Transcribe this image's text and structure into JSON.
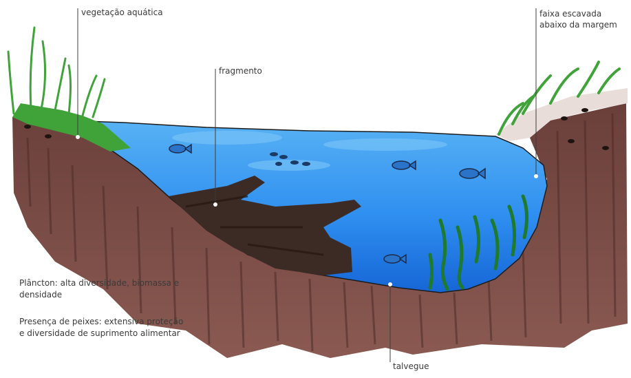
{
  "labels": {
    "vegetation": "vegetação aquática",
    "fragment": "fragmento",
    "undercut_line1": "faixa escavada",
    "undercut_line2": "abaixo da margem",
    "thalweg": "talvegue"
  },
  "notes": {
    "plankton_line1": "Plâncton: alta diversidade, biomassa e",
    "plankton_line2": "densidade",
    "fish_line1": "Presença de peixes: extensiva proteção",
    "fish_line2": "e diversidade de suprimento alimentar"
  },
  "colors": {
    "water": "#2f8ff0",
    "water_dark": "#1666d6",
    "water_light": "#5fb6f5",
    "soil": "#7a4b45",
    "soil_dark": "#4e2c29",
    "log": "#3c2a24",
    "grass": "#3fa33a",
    "grass_dark": "#1e7a2e",
    "bank_light": "#e8ddd8"
  }
}
